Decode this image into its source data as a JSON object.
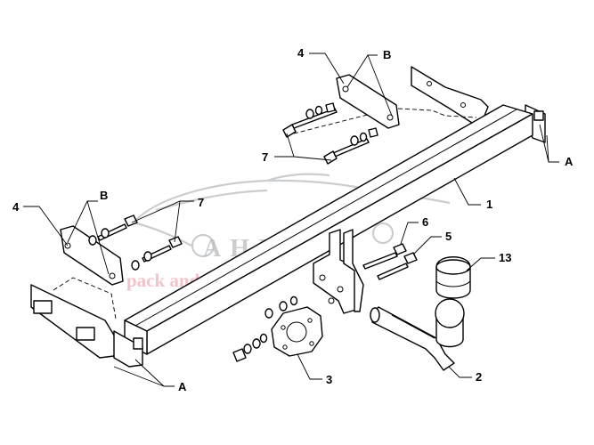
{
  "labels": {
    "bar": "1",
    "ball_neck": "2",
    "socket_plate": "3",
    "bracket_right": "4",
    "bracket_left": "4",
    "bolt_center": "5",
    "bolt_center_upper": "6",
    "bolts_right": "7",
    "bolts_left": "7",
    "ball_cap": "13",
    "mount_a_right": "A",
    "mount_a_left": "A",
    "point_b_right": "B",
    "point_b_left": "B"
  },
  "watermark": {
    "brand": "AHIKA",
    "tagline": "pack and travel"
  },
  "colors": {
    "line": "#000000",
    "watermark_gray": "#b9bdc1",
    "watermark_pink": "#f2b8c2"
  }
}
